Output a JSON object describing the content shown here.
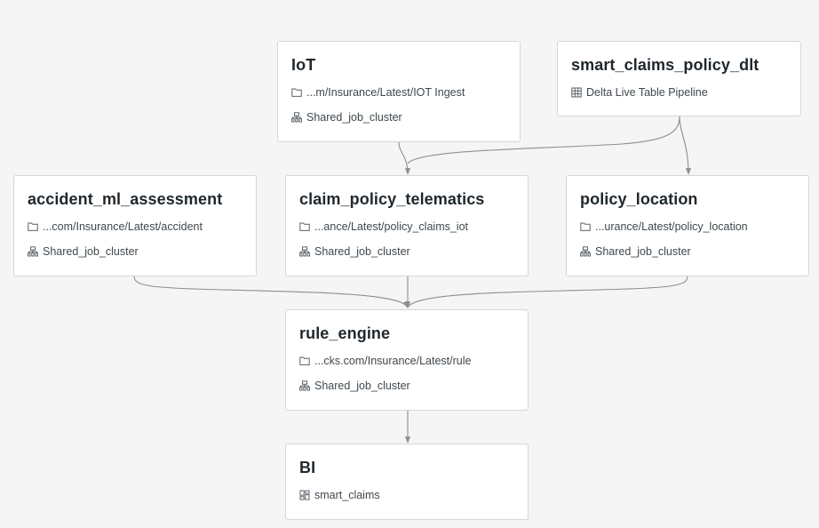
{
  "colors": {
    "background": "#f5f5f5",
    "card": "#ffffff",
    "border": "#d6d6d6",
    "edge": "#8e8e8e",
    "title": "#1f272d",
    "meta": "#3f474d"
  },
  "tasks": {
    "iot": {
      "title": "IoT",
      "path": "...m/Insurance/Latest/IOT Ingest",
      "path_icon": "folder-icon",
      "cluster": "Shared_job_cluster",
      "cluster_icon": "cluster-icon"
    },
    "dlt": {
      "title": "smart_claims_policy_dlt",
      "pipeline": "Delta Live Table Pipeline",
      "pipeline_icon": "table-icon"
    },
    "accident": {
      "title": "accident_ml_assessment",
      "path": "...com/Insurance/Latest/accident",
      "path_icon": "folder-icon",
      "cluster": "Shared_job_cluster",
      "cluster_icon": "cluster-icon"
    },
    "telematics": {
      "title": "claim_policy_telematics",
      "path": "...ance/Latest/policy_claims_iot",
      "path_icon": "folder-icon",
      "cluster": "Shared_job_cluster",
      "cluster_icon": "cluster-icon"
    },
    "location": {
      "title": "policy_location",
      "path": "...urance/Latest/policy_location",
      "path_icon": "folder-icon",
      "cluster": "Shared_job_cluster",
      "cluster_icon": "cluster-icon"
    },
    "rule": {
      "title": "rule_engine",
      "path": "...cks.com/Insurance/Latest/rule",
      "path_icon": "folder-icon",
      "cluster": "Shared_job_cluster",
      "cluster_icon": "cluster-icon"
    },
    "bi": {
      "title": "BI",
      "dashboard": "smart_claims",
      "dashboard_icon": "dashboard-icon"
    }
  },
  "edges": [
    {
      "from": "iot",
      "to": "telematics"
    },
    {
      "from": "dlt",
      "to": "telematics"
    },
    {
      "from": "dlt",
      "to": "location"
    },
    {
      "from": "accident",
      "to": "rule"
    },
    {
      "from": "telematics",
      "to": "rule"
    },
    {
      "from": "location",
      "to": "rule"
    },
    {
      "from": "rule",
      "to": "bi"
    }
  ]
}
